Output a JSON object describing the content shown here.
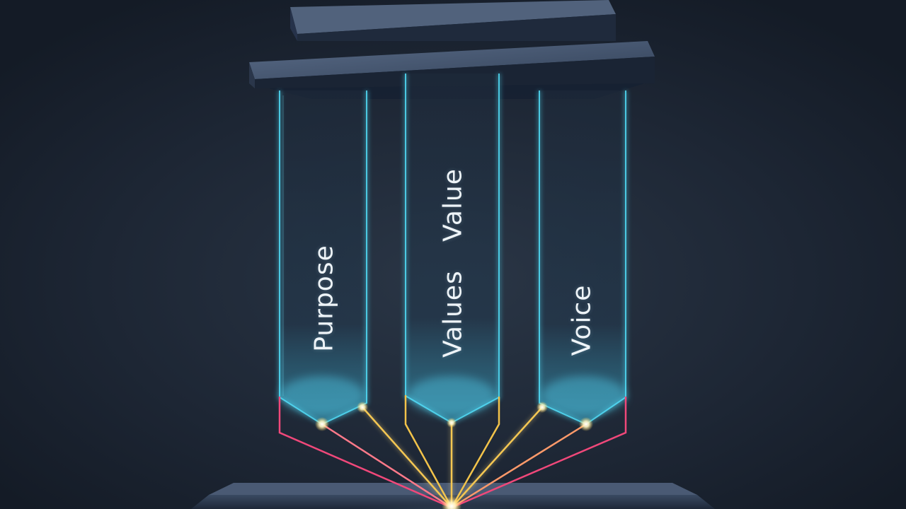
{
  "pillars": [
    {
      "label": "Purpose"
    },
    {
      "label": "Values",
      "secondary_label": "Value"
    },
    {
      "label": "Voice"
    }
  ],
  "colors": {
    "background": "#1a2230",
    "pillar_edge": "#4fd6f0",
    "beam_gold": "#f2c34a",
    "beam_pink": "#f0487a",
    "slab_top": "#4a5a74"
  }
}
